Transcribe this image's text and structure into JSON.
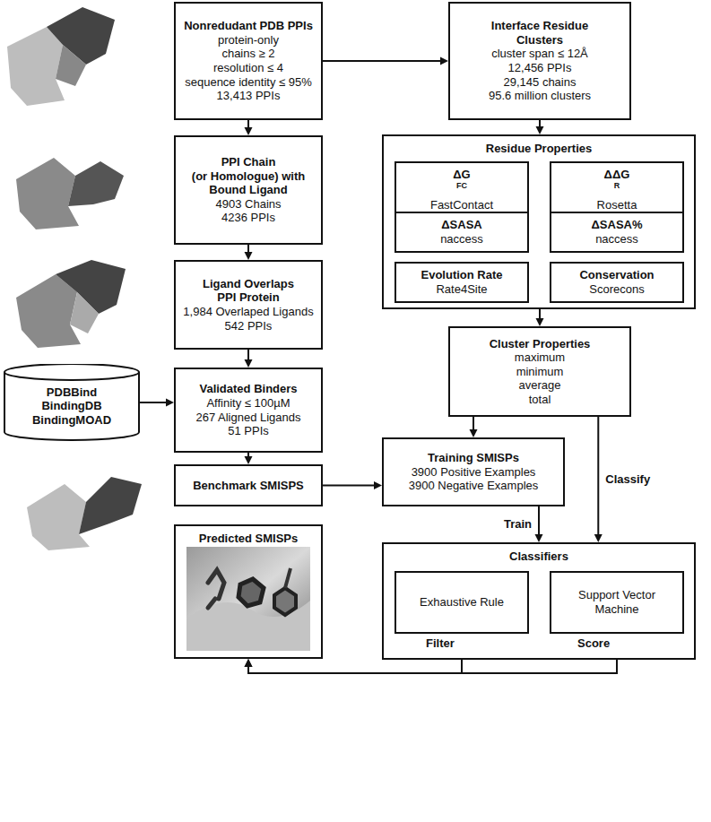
{
  "diagram": {
    "nodes": [
      {
        "text": [
          "Nonredudant PDB PPIs",
          "protein-only chains ≥ 2 resolution ≤ 4 sequence identity ≤ 95% 13,413 PPIs"
        ]
      },
      {
        "text": [
          "Interface Residue Clusters",
          "cluster span ≤ 12Å 12,456 PPIs 29,145 chains 95.6 million clusters"
        ]
      },
      {
        "text": [
          "PPI Chain (or Homologue) with Bound Ligand",
          "4903 Chains 4236 PPIs"
        ]
      },
      {
        "text": [
          "Residue Properties"
        ]
      },
      {
        "text": [
          "ΔG",
          "FC",
          "FastContact"
        ],
        "in": 3
      },
      {
        "text": [
          "ΔΔG",
          "R",
          "Rosetta"
        ],
        "in": 3
      },
      {
        "text": [
          "ΔSASA",
          "naccess"
        ],
        "in": 3
      },
      {
        "text": [
          "ΔSASA%",
          "naccess"
        ],
        "in": 3
      },
      {
        "text": [
          "Evolution Rate",
          "Rate4Site"
        ],
        "in": 3
      },
      {
        "text": [
          "Conservation",
          "Scorecons"
        ],
        "in": 3
      },
      {
        "text": [
          "Ligand Overlaps PPI Protein",
          "1,984 Overlaped Ligands 542 PPIs"
        ]
      },
      {
        "text": [
          "Cluster Properties",
          "maximum minimum average total"
        ]
      },
      {
        "text": [
          "PDBBind BindingDB BindingMOAD"
        ]
      },
      {
        "text": [
          "Validated Binders",
          "Affinity ≤ 100µM 267 Aligned Ligands 51 PPIs"
        ]
      },
      {
        "text": [
          "Benchmark SMISPS"
        ]
      },
      {
        "text": [
          "Training SMISPs",
          "3900 Positive Examples 3900 Negative Examples"
        ]
      },
      {
        "text": [
          "Predicted SMISPs"
        ]
      },
      {
        "text": [
          "Classifiers"
        ]
      },
      {
        "text": [
          "Exhaustive Rule"
        ],
        "in": 17
      },
      {
        "text": [
          "Support Vector Machine"
        ],
        "in": 17
      }
    ],
    "edges": [
      {
        "from": 0,
        "to": 1,
        "arrow": "to"
      },
      {
        "from": 0,
        "to": 2,
        "arrow": "to"
      },
      {
        "from": 1,
        "to": 3,
        "arrow": "to"
      },
      {
        "from": 2,
        "to": 10,
        "arrow": "to"
      },
      {
        "from": 10,
        "to": 13,
        "arrow": "to"
      },
      {
        "from": 12,
        "to": 13,
        "arrow": "to"
      },
      {
        "from": 13,
        "to": 14,
        "arrow": "to"
      },
      {
        "from": 14,
        "to": 15,
        "arrow": "to"
      },
      {
        "from": 3,
        "to": 11,
        "arrow": "to"
      },
      {
        "from": 11,
        "to": 15,
        "arrow": "to"
      },
      {
        "from": 15,
        "to": 17,
        "label": "Train",
        "arrow": "to"
      },
      {
        "from": 11,
        "to": 17,
        "label": "Classify",
        "arrow": "to"
      },
      {
        "from": 18,
        "to": 16,
        "label": "Filter",
        "arrow": "to"
      },
      {
        "from": 19,
        "to": 16,
        "label": "Score",
        "arrow": "to"
      }
    ]
  }
}
